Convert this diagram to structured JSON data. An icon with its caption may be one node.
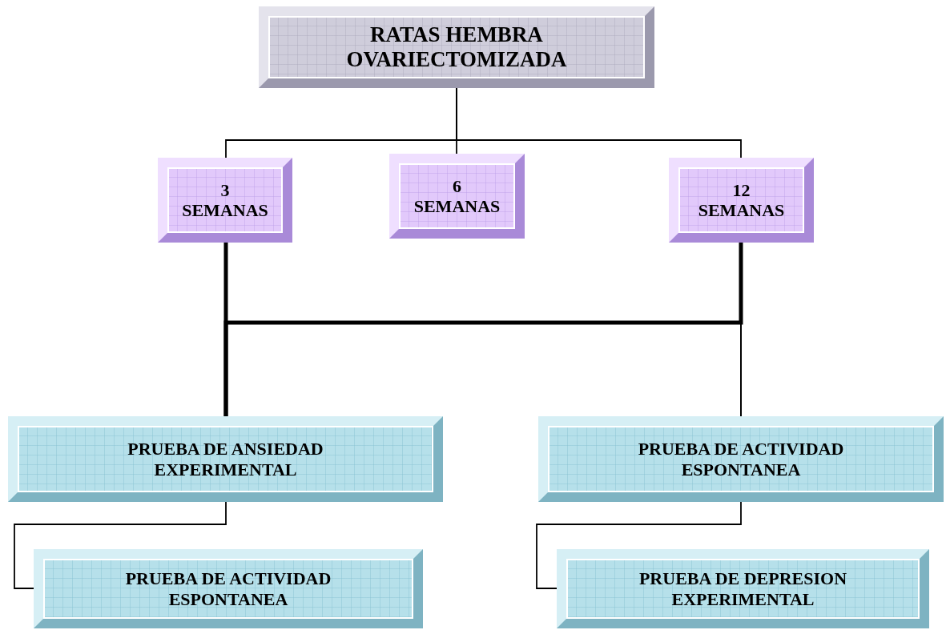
{
  "diagram": {
    "nodes": [
      {
        "text": [
          "RATAS HEMBRA OVARIECTOMIZADA"
        ]
      },
      {
        "text": [
          "3 SEMANAS"
        ]
      },
      {
        "text": [
          "6 SEMANAS"
        ]
      },
      {
        "text": [
          "12 SEMANAS"
        ]
      },
      {
        "text": [
          "PRUEBA DE ANSIEDAD EXPERIMENTAL"
        ]
      },
      {
        "text": [
          "PRUEBA DE ACTIVIDAD ESPONTANEA"
        ]
      },
      {
        "text": [
          "PRUEBA DE ACTIVIDAD ESPONTANEA"
        ]
      },
      {
        "text": [
          "PRUEBA DE DEPRESION EXPERIMENTAL"
        ]
      }
    ],
    "edges": [
      {
        "from": 0,
        "to": 1,
        "arrow": "none"
      },
      {
        "from": 0,
        "to": 2,
        "arrow": "none"
      },
      {
        "from": 0,
        "to": 3,
        "arrow": "none"
      },
      {
        "from": 1,
        "to": 4,
        "arrow": "none",
        "style": "thick"
      },
      {
        "from": 3,
        "to": 4,
        "arrow": "none",
        "style": "thick"
      },
      {
        "from": 1,
        "to": 5,
        "arrow": "none"
      },
      {
        "from": 3,
        "to": 5,
        "arrow": "none"
      },
      {
        "from": 4,
        "to": 6,
        "arrow": "none"
      },
      {
        "from": 5,
        "to": 7,
        "arrow": "none"
      }
    ]
  }
}
